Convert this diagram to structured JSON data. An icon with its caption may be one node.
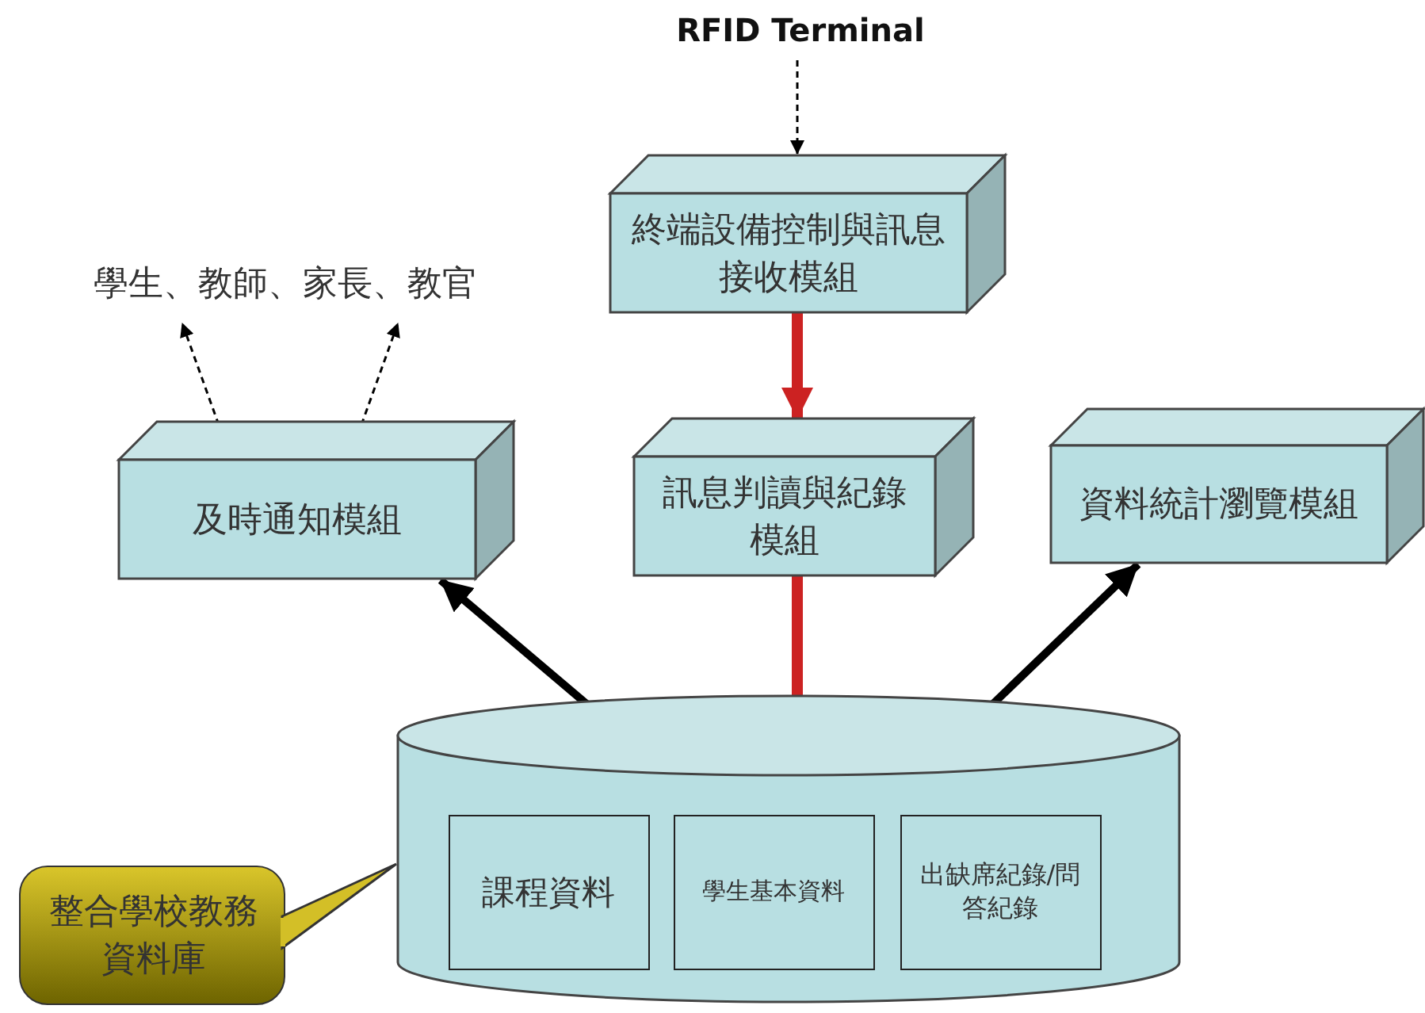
{
  "diagram": {
    "nodes": [
      {
        "text": [
          "RFID Terminal"
        ]
      },
      {
        "text": [
          "終端設備控制與訊息接收模組"
        ]
      },
      {
        "text": [
          "學生、教師、家長、教官"
        ]
      },
      {
        "text": [
          "及時通知模組"
        ]
      },
      {
        "text": [
          "訊息判讀與紀錄模組"
        ]
      },
      {
        "text": [
          "資料統計瀏覽模組"
        ]
      },
      {
        "text": [],
        "shape": "cylinder"
      },
      {
        "text": [
          "課程資料"
        ],
        "in": 6
      },
      {
        "text": [
          "學生基本資料"
        ],
        "in": 6
      },
      {
        "text": [
          "出缺席紀錄/問答紀錄"
        ],
        "in": 6
      },
      {
        "text": [
          "整合學校教務資料庫"
        ]
      }
    ],
    "edges": [
      {
        "from": 0,
        "to": 1,
        "arrow": "to",
        "style": "dashed"
      },
      {
        "from": 1,
        "to": 4,
        "arrow": "to",
        "color": "#cc2222"
      },
      {
        "from": 4,
        "to": 6,
        "arrow": "to",
        "color": "#cc2222"
      },
      {
        "from": 6,
        "to": 3,
        "arrow": "to"
      },
      {
        "from": 6,
        "to": 5,
        "arrow": "to"
      },
      {
        "from": 3,
        "to": 2,
        "arrow": "to",
        "style": "dashed"
      },
      {
        "from": 3,
        "to": 2,
        "arrow": "to",
        "style": "dashed"
      },
      {
        "from": 10,
        "to": 6,
        "arrow": "none"
      }
    ]
  }
}
